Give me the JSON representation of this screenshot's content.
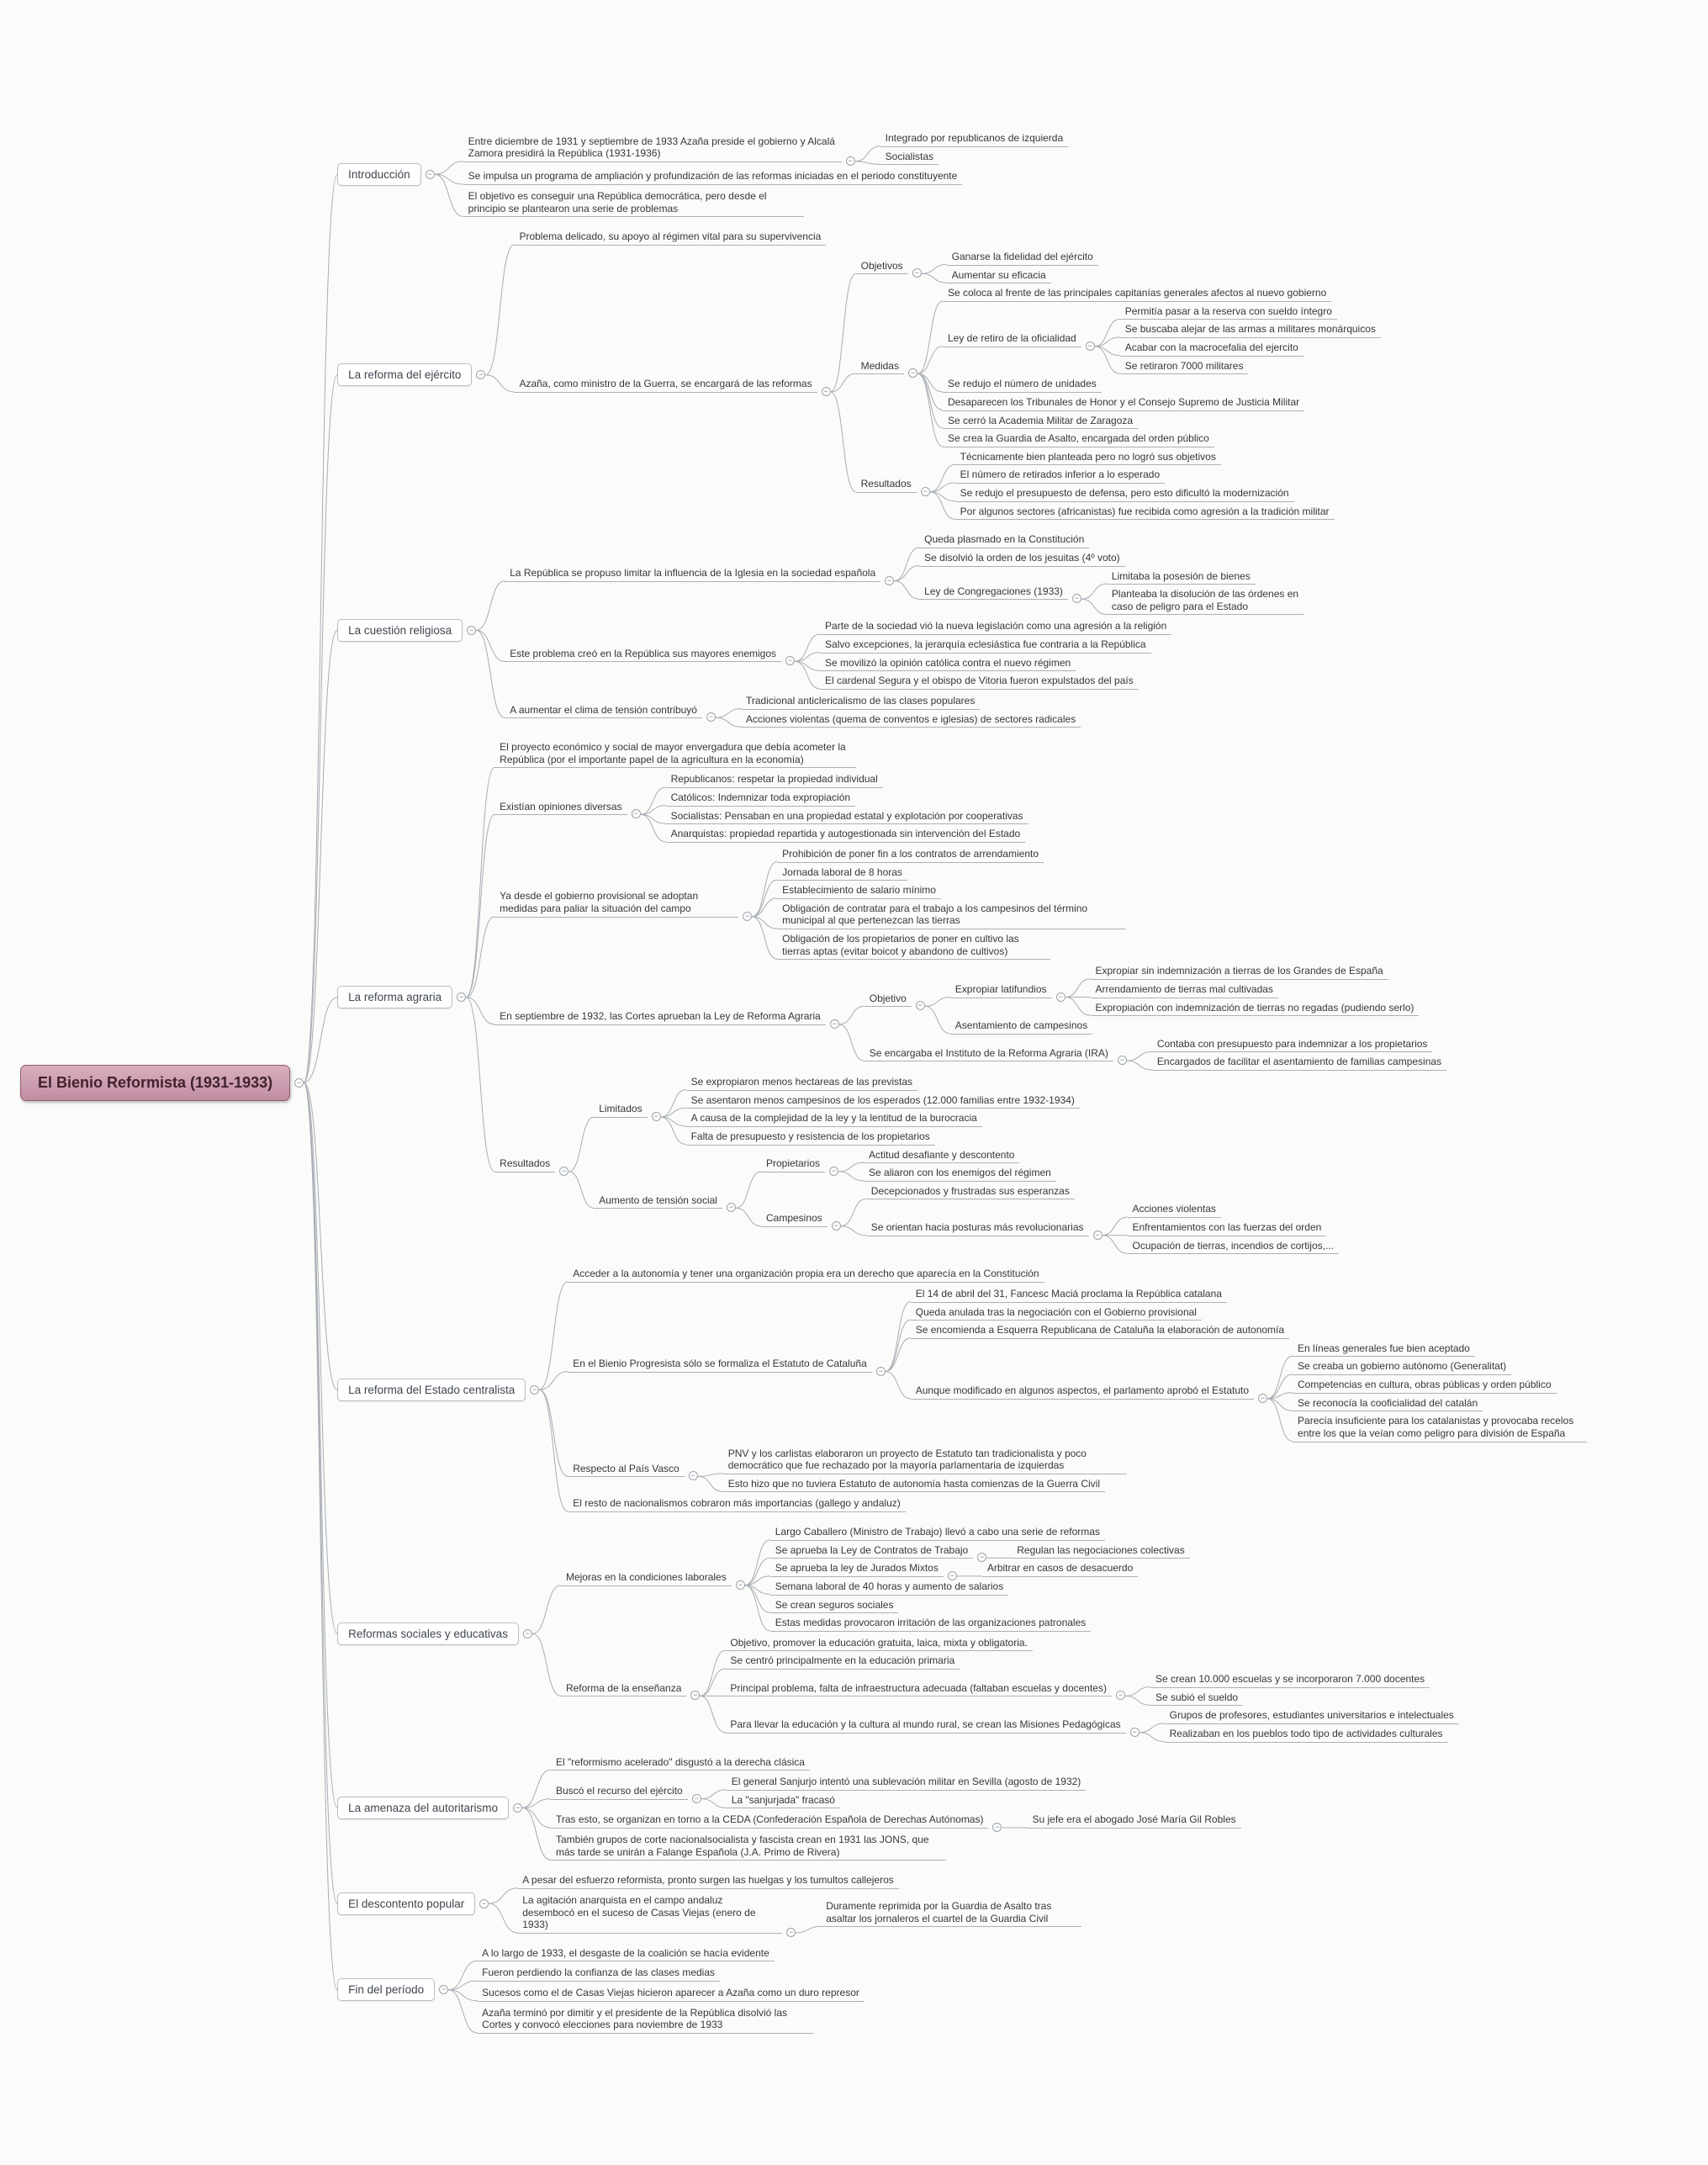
{
  "colors": {
    "background": "#fbfbfa",
    "central_bg_top": "#d9afbf",
    "central_bg_bottom": "#c08da2",
    "central_border": "#8f5f74",
    "central_text": "#41222e",
    "main_topic_bg": "#ffffff",
    "main_topic_border": "#b7bec6",
    "main_topic_text": "#3f4650",
    "subtopic_text": "#33383d",
    "underline": "#aab1b8",
    "connector": "#a7adb4",
    "toggle_border": "#9aa2aa",
    "toggle_glyph": "#6f7880"
  },
  "toggle_glyph": "−",
  "map": {
    "label": "El Bienio Reformista (1931-1933)",
    "children": [
      {
        "label": "Introducción",
        "children": [
          {
            "label": "Entre diciembre de 1931 y septiembre de 1933 Azaña preside el gobierno y Alcalá Zamora presidirá la República (1931-1936)",
            "wrap": 450,
            "children": [
              {
                "label": "Integrado por republicanos de izquierda"
              },
              {
                "label": "Socialistas"
              }
            ]
          },
          {
            "label": "Se impulsa un programa de ampliación y profundización de las reformas iniciadas en el periodo constituyente"
          },
          {
            "label": "El objetivo es conseguir una República democrática, pero desde el principio se plantearon una serie de problemas",
            "wrap": 405
          }
        ]
      },
      {
        "label": "La reforma del ejército",
        "children": [
          {
            "label": "Problema delicado, su apoyo al régimen vital para su supervivencia"
          },
          {
            "label": "Azaña, como ministro de la Guerra, se encargará de las reformas",
            "children": [
              {
                "label": "Objetivos",
                "children": [
                  {
                    "label": "Ganarse la fidelidad del ejército"
                  },
                  {
                    "label": "Aumentar su eficacia"
                  }
                ]
              },
              {
                "label": "Medidas",
                "children": [
                  {
                    "label": "Se coloca al frente de las principales capitanías generales afectos al nuevo gobierno"
                  },
                  {
                    "label": "Ley de retiro de la oficialidad",
                    "children": [
                      {
                        "label": "Permitía pasar a la reserva con sueldo íntegro"
                      },
                      {
                        "label": "Se buscaba alejar de las armas a militares monárquicos"
                      },
                      {
                        "label": "Acabar con la macrocefalia del ejercito"
                      },
                      {
                        "label": "Se retiraron 7000 militares"
                      }
                    ]
                  },
                  {
                    "label": "Se redujo el número de unidades"
                  },
                  {
                    "label": "Desaparecen los Tribunales de Honor y el Consejo Supremo de Justicia Militar"
                  },
                  {
                    "label": "Se cerró la Academia Militar de Zaragoza"
                  },
                  {
                    "label": "Se crea la Guardia de Asalto, encargada del orden público"
                  }
                ]
              },
              {
                "label": "Resultados",
                "children": [
                  {
                    "label": "Técnicamente bien planteada pero no logró sus objetivos"
                  },
                  {
                    "label": "El número de retirados inferior a lo esperado"
                  },
                  {
                    "label": "Se redujo el presupuesto de defensa, pero esto dificultó la modernización"
                  },
                  {
                    "label": "Por algunos sectores (africanistas) fue recibida como agresión a la tradición militar"
                  }
                ]
              }
            ]
          }
        ]
      },
      {
        "label": "La cuestión religiosa",
        "children": [
          {
            "label": "La República se propuso limitar la influencia de la Iglesia en la sociedad española",
            "children": [
              {
                "label": "Queda plasmado en la Constitución"
              },
              {
                "label": "Se disolvió la orden de los jesuitas (4º voto)"
              },
              {
                "label": "Ley de Congregaciones (1933)",
                "children": [
                  {
                    "label": "Limitaba la posesión de bienes"
                  },
                  {
                    "label": "Planteaba la disolución de las órdenes en caso de peligro para el Estado",
                    "wrap": 235
                  }
                ]
              }
            ]
          },
          {
            "label": "Este problema creó en la República sus mayores enemigos",
            "children": [
              {
                "label": "Parte de la sociedad vió la nueva legislación como una agresión a la religión"
              },
              {
                "label": "Salvo excepciones, la jerarquía eclesiástica fue contraria a la República"
              },
              {
                "label": "Se movilizó la opinión católica contra el nuevo régimen"
              },
              {
                "label": "El cardenal Segura y el obispo de Vitoria fueron expulstados del país"
              }
            ]
          },
          {
            "label": "A aumentar el clima de tensión contribuyó",
            "children": [
              {
                "label": "Tradicional anticlericalismo de las clases populares"
              },
              {
                "label": "Acciones violentas (quema de conventos e iglesias) de sectores radicales"
              }
            ]
          }
        ]
      },
      {
        "label": "La reforma agraria",
        "children": [
          {
            "label": "El proyecto económico y social de mayor envergadura que debía acometer la República (por el importante papel de la agricultura en la economía)",
            "wrap": 430
          },
          {
            "label": "Existían opiniones diversas",
            "children": [
              {
                "label": "Republicanos: respetar la propiedad individual"
              },
              {
                "label": "Católicos: Indemnizar toda expropiación"
              },
              {
                "label": "Socialistas: Pensaban en una propiedad estatal y explotación por cooperativas"
              },
              {
                "label": "Anarquistas: propiedad repartida y autogestionada sin intervención del Estado"
              }
            ]
          },
          {
            "label": "Ya desde el gobierno provisional se adoptan medidas para paliar la situación del campo",
            "wrap": 290,
            "children": [
              {
                "label": "Prohibición de poner fin a los contratos de arrendamiento"
              },
              {
                "label": "Jornada laboral de 8 horas"
              },
              {
                "label": "Establecimiento de salario mínimo"
              },
              {
                "label": "Obligación de contratar para el trabajo a los campesinos del término municipal al que pertenezcan las tierras",
                "wrap": 415
              },
              {
                "label": "Obligación de los propietarios de poner en cultivo las tierras aptas (evitar boicot y abandono de cultivos)",
                "wrap": 325
              }
            ]
          },
          {
            "label": "En septiembre de 1932, las Cortes aprueban la Ley de Reforma Agraria",
            "children": [
              {
                "label": "Objetivo",
                "children": [
                  {
                    "label": "Expropiar latifundios",
                    "children": [
                      {
                        "label": "Expropiar sin indemnización a tierras de los Grandes de España"
                      },
                      {
                        "label": "Arrendamiento de tierras mal cultivadas"
                      },
                      {
                        "label": "Expropiación con indemnización de tierras no regadas (pudiendo serlo)"
                      }
                    ]
                  },
                  {
                    "label": "Asentamiento de campesinos"
                  }
                ]
              },
              {
                "label": "Se encargaba el Instituto de la Reforma Agraria (IRA)",
                "children": [
                  {
                    "label": "Contaba con presupuesto para indemnizar a los propietarios"
                  },
                  {
                    "label": "Encargados de facilitar el asentamiento de familias campesinas"
                  }
                ]
              }
            ]
          },
          {
            "label": "Resultados",
            "children": [
              {
                "label": "Limitados",
                "children": [
                  {
                    "label": "Se expropiaron menos hectareas de las previstas"
                  },
                  {
                    "label": "Se asentaron menos campesinos de los esperados (12.000 familias entre 1932-1934)"
                  },
                  {
                    "label": "A causa de la complejidad de la ley y la lentitud de la burocracia"
                  },
                  {
                    "label": "Falta de presupuesto y resistencia de los propietarios"
                  }
                ]
              },
              {
                "label": "Aumento de tensión social",
                "children": [
                  {
                    "label": "Propietarios",
                    "children": [
                      {
                        "label": "Actitud desafiante y descontento"
                      },
                      {
                        "label": "Se aliaron con los enemigos del régimen"
                      }
                    ]
                  },
                  {
                    "label": "Campesinos",
                    "children": [
                      {
                        "label": "Decepcionados y frustradas sus esperanzas"
                      },
                      {
                        "label": "Se orientan hacia posturas más revolucionarias",
                        "children": [
                          {
                            "label": "Acciones violentas"
                          },
                          {
                            "label": "Enfrentamientos con las fuerzas del orden"
                          },
                          {
                            "label": "Ocupación de tierras, incendios de cortijos,..."
                          }
                        ]
                      }
                    ]
                  }
                ]
              }
            ]
          }
        ]
      },
      {
        "label": "La reforma del Estado centralista",
        "children": [
          {
            "label": "Acceder a la autonomía y tener una organización propia era un derecho que aparecía en la Constitución"
          },
          {
            "label": "En el Bienio Progresista sólo se formaliza el Estatuto de Cataluña",
            "children": [
              {
                "label": "El 14 de abril del 31, Fancesc Maciá proclama la República catalana"
              },
              {
                "label": "Queda anulada tras la negociación con el Gobierno provisional"
              },
              {
                "label": "Se encomienda a Esquerra Republicana de Cataluña la elaboración de autonomía"
              },
              {
                "label": "Aunque modificado en algunos aspectos, el parlamento aprobó el Estatuto",
                "children": [
                  {
                    "label": "En líneas generales fue bien aceptado"
                  },
                  {
                    "label": "Se creaba un gobierno autónomo (Generalitat)"
                  },
                  {
                    "label": "Competencias en cultura, obras públicas y orden público"
                  },
                  {
                    "label": "Se reconocía la cooficialidad del catalán"
                  },
                  {
                    "label": "Parecía insuficiente para los catalanistas y provocaba recelos entre los que la veían como peligro para división de España",
                    "wrap": 350
                  }
                ]
              }
            ]
          },
          {
            "label": "Respecto al País Vasco",
            "children": [
              {
                "label": "PNV y los carlistas elaboraron un proyecto de Estatuto tan tradicionalista y poco democrático que fue rechazado por la mayoría parlamentaria de izquierdas",
                "wrap": 480
              },
              {
                "label": "Esto hizo que no tuviera Estatuto de autonomía hasta comienzas de la Guerra Civil"
              }
            ]
          },
          {
            "label": "El resto de nacionalismos cobraron más importancias (gallego y andaluz)"
          }
        ]
      },
      {
        "label": "Reformas sociales y educativas",
        "children": [
          {
            "label": "Mejoras en la condiciones laborales",
            "children": [
              {
                "label": "Largo Caballero (Ministro de Trabajo) llevó a cabo una serie de reformas"
              },
              {
                "label": "Se aprueba la Ley de Contratos de Trabajo",
                "children": [
                  {
                    "label": "Regulan las negociaciones colectivas"
                  }
                ]
              },
              {
                "label": "Se aprueba la ley de Jurados Mixtos",
                "children": [
                  {
                    "label": "Arbitrar en casos de desacuerdo"
                  }
                ]
              },
              {
                "label": "Semana laboral de 40 horas y aumento de salarios"
              },
              {
                "label": "Se crean seguros sociales"
              },
              {
                "label": "Estas medidas provocaron irritación de las organizaciones patronales"
              }
            ]
          },
          {
            "label": "Reforma de la enseñanza",
            "children": [
              {
                "label": "Objetivo, promover la educación gratuita, laica, mixta y obligatoria."
              },
              {
                "label": "Se centró principalmente en la educación primaria"
              },
              {
                "label": "Principal problema, falta de infraestructura adecuada (faltaban escuelas y docentes)",
                "children": [
                  {
                    "label": "Se crean 10.000 escuelas y se incorporaron 7.000 docentes"
                  },
                  {
                    "label": "Se subió el sueldo"
                  }
                ]
              },
              {
                "label": "Para llevar la educación y la cultura al mundo rural, se crean las Misiones Pedagógicas",
                "children": [
                  {
                    "label": "Grupos de profesores, estudiantes universitarios e intelectuales"
                  },
                  {
                    "label": "Realizaban en los pueblos todo tipo de actividades culturales"
                  }
                ]
              }
            ]
          }
        ]
      },
      {
        "label": "La amenaza del autoritarismo",
        "children": [
          {
            "label": "El \"reformismo acelerado\" disgustó a la derecha clásica"
          },
          {
            "label": "Buscó el recurso del ejército",
            "children": [
              {
                "label": "El general Sanjurjo intentó una sublevación militar en Sevilla (agosto de 1932)"
              },
              {
                "label": "La \"sanjurjada\" fracasó"
              }
            ]
          },
          {
            "label": "Tras esto, se organizan en torno a la CEDA (Confederación Española de Derechas Autónomas)",
            "children": [
              {
                "label": "Su jefe era el abogado José María Gil Robles"
              }
            ]
          },
          {
            "label": "También grupos de corte nacionalsocialista y fascista crean en 1931 las JONS, que más tarde se unirán a Falange Española (J.A. Primo de Rivera)",
            "wrap": 470
          }
        ]
      },
      {
        "label": "El descontento popular",
        "children": [
          {
            "label": "A pesar del esfuerzo reformista, pronto surgen las huelgas y los tumultos callejeros"
          },
          {
            "label": "La agitación anarquista en el campo andaluz desembocó en el suceso de Casas Viejas (enero de 1933)",
            "wrap": 315,
            "children": [
              {
                "label": "Duramente reprimida por la Guardia de Asalto tras asaltar los jornaleros el cuartel de la Guardia Civil",
                "wrap": 310
              }
            ]
          }
        ]
      },
      {
        "label": "Fin del período",
        "children": [
          {
            "label": "A lo largo de 1933, el desgaste de la coalición se hacía evidente"
          },
          {
            "label": "Fueron perdiendo la confianza de las clases medias"
          },
          {
            "label": "Sucesos como el de Casas Viejas hicieron aparecer a Azaña como un duro represor"
          },
          {
            "label": "Azaña terminó por dimitir y el presidente de la República disolvió las Cortes y convocó elecciones para noviembre de 1933",
            "wrap": 400
          }
        ]
      }
    ]
  }
}
